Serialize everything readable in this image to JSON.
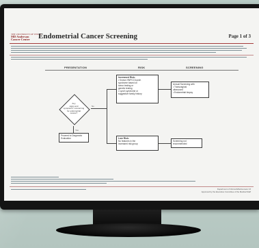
{
  "document": {
    "title": "Endometrial Cancer Screening",
    "page": "Page 1 of 3",
    "logo_lines": [
      "THE UNIVERSITY OF TEXAS",
      "MD Anderson",
      "Cancer Center"
    ],
    "columns": [
      "PRESENTATION",
      "RISK",
      "SCREENING"
    ],
    "decision": {
      "text_lines": [
        "Any",
        "signs and",
        "symptoms* concerning",
        "for endometrial",
        "cancer?"
      ],
      "yes": "Yes",
      "no": "No"
    },
    "risk_high": {
      "heading": "Increased Risk:",
      "lines": [
        "• Known HNPCC/Lynch",
        "  syndrome based on",
        "  tumor testing or",
        "  genetic testing",
        "• Lynch syndrome or",
        "  suggestive family history"
      ]
    },
    "risk_low": {
      "heading": "Low Risk:",
      "lines": [
        "No features in the",
        "increased risk group"
      ]
    },
    "screen_high": {
      "lines": [
        "Annual Screening with",
        "• Transvaginal",
        "  ultrasound",
        "• Endometrial biopsy"
      ]
    },
    "screen_low": {
      "lines": [
        "Screening not",
        "recommended"
      ]
    },
    "proceed": {
      "lines": [
        "Proceed to Diagnostic",
        "Evaluation"
      ]
    },
    "footer_right": [
      "Department of Clinical Effectiveness V4",
      "Approved by the Executive Committee of the Medical Staff"
    ]
  }
}
